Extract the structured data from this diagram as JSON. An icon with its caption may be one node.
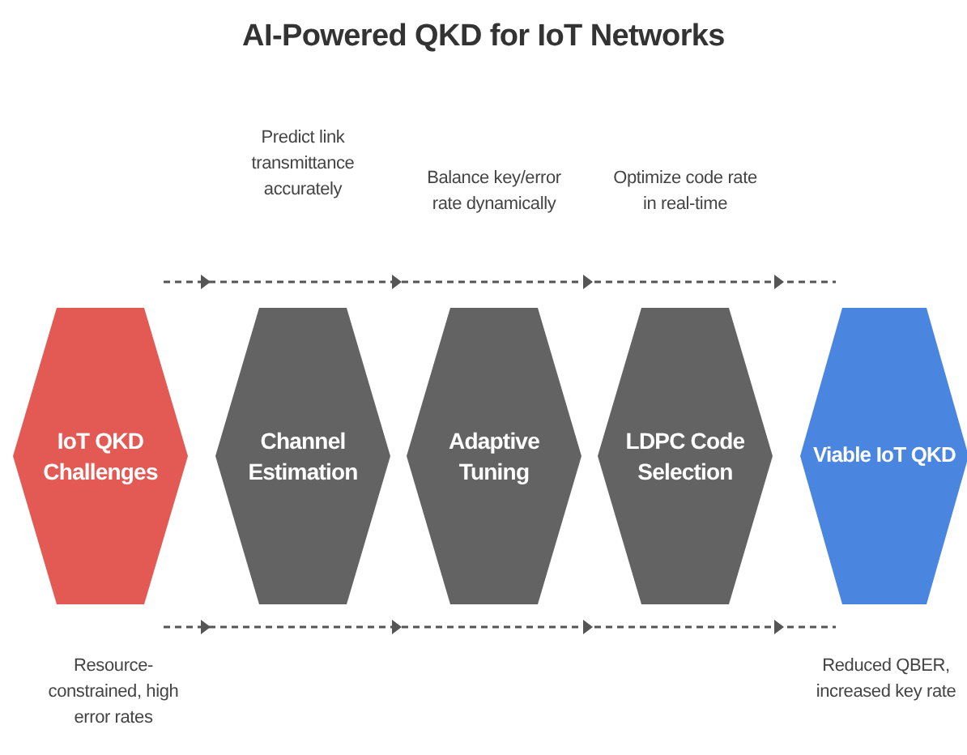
{
  "diagram": {
    "title": "AI-Powered QKD for IoT Networks",
    "nodes": [
      {
        "text": [
          "IoT QKD Challenges"
        ],
        "beside": [
          "Resource-constrained, high error rates"
        ]
      },
      {
        "text": [
          "Channel Estimation"
        ]
      },
      {
        "text": [
          "Adaptive Tuning"
        ]
      },
      {
        "text": [
          "LDPC Code Selection"
        ]
      },
      {
        "text": [
          "Viable IoT QKD"
        ],
        "beside": [
          "Reduced QBER, increased key rate"
        ]
      }
    ],
    "labels": [
      "Predict link transmittance accurately",
      "Balance key/error rate dynamically",
      "Optimize code rate in real-time"
    ]
  }
}
